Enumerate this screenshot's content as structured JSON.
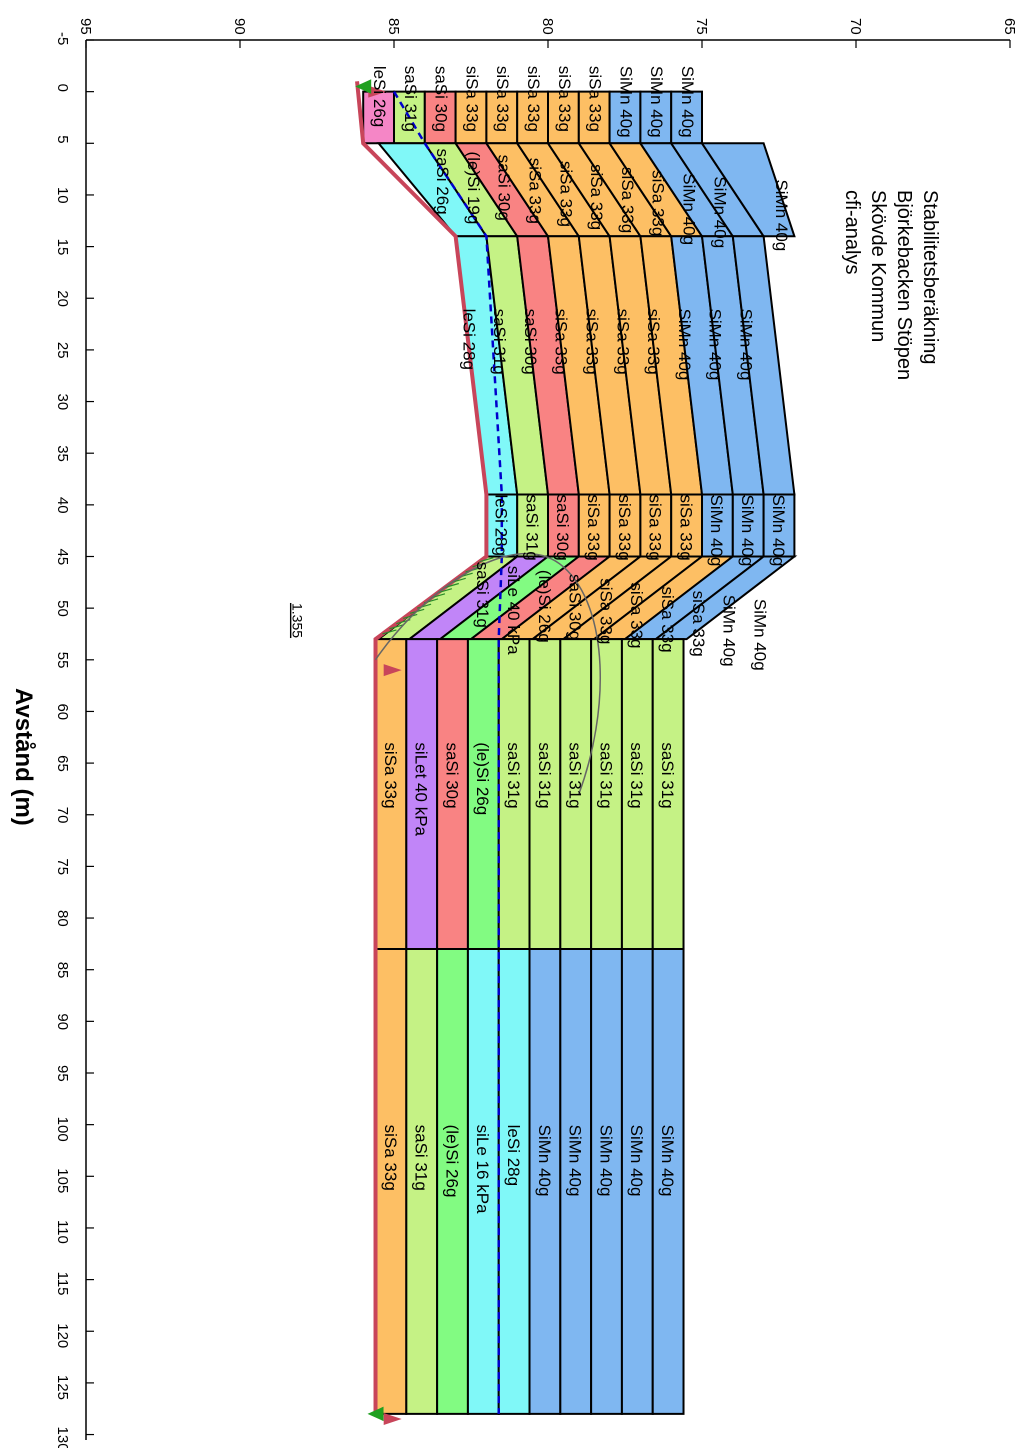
{
  "title_lines": [
    "Stabilitetsberäkning",
    "Björkebacken Stöpen",
    "Skövde Kommun",
    "cfi-analys"
  ],
  "x_axis": {
    "label": "Avstånd (m)",
    "ticks": [
      "-5",
      "0",
      "5",
      "10",
      "15",
      "20",
      "25",
      "30",
      "35",
      "40",
      "45",
      "50",
      "55",
      "60",
      "65",
      "70",
      "75",
      "80",
      "85",
      "90",
      "95",
      "100",
      "105",
      "110",
      "115",
      "120",
      "125",
      "130"
    ]
  },
  "y_axis": {
    "ticks": [
      "65",
      "70",
      "75",
      "80",
      "85",
      "90",
      "95"
    ]
  },
  "factor_of_safety": "1.355",
  "colors": {
    "orange": "#fdbf64",
    "blue": "#7fb7f1",
    "lime": "#c5f285",
    "green": "#82fb82",
    "salmon": "#f98383",
    "cyan": "#80f8f8",
    "pink": "#f586c6",
    "purple": "#c185f8",
    "ground_line": "#c8455a",
    "water_line": "#0000cc"
  },
  "labels": {
    "top_left_layers": [
      "leSi 26g",
      "saSi 31g",
      "saSi 30g",
      "siSa 33g",
      "siSa 33g",
      "siSa 33g",
      "siSa 33g",
      "siSa 33g",
      "SiMn 40g",
      "SiMn 40g",
      "SiMn 40g"
    ],
    "slope_layers": [
      "saSi 26g",
      "(le)Si 19g",
      "saSi 30g",
      "siSa 33g",
      "siSa 33g",
      "siSa 33g",
      "siSa 33g",
      "siSa 33g",
      "SiMn 40g",
      "SiMn 40g",
      "SiMn 40g"
    ],
    "bench_layers": [
      "leSi 28g",
      "saSi 31g",
      "saSi 30g",
      "siSa 33g",
      "siSa 33g",
      "siSa 33g",
      "siSa 33g",
      "SiMn 40g",
      "SiMn 40g",
      "SiMn 40g"
    ],
    "bench_end_layers": [
      "leSi 28g",
      "saSi 31g",
      "saSi 30g",
      "siSa 33g",
      "siSa 33g",
      "siSa 33g",
      "siSa 33g",
      "SiMn 40g",
      "SiMn 40g",
      "SiMn 40g"
    ],
    "lower_slope_layers": [
      "saSi 31g",
      "siLe 40 kPa",
      "(le)Si 26g",
      "saSi 30g",
      "siSa 33g",
      "siSa 33g",
      "siSa 33g",
      "siSa 33g",
      "SiMn 40g",
      "SiMn 40g"
    ],
    "mid_right_layers": [
      "siSa 33g",
      "siLet 40 kPa",
      "saSi 30g",
      "(le)Si 26g",
      "saSi 31g",
      "saSi 31g",
      "saSi 31g",
      "saSi 31g",
      "saSi 31g",
      "saSi 31g"
    ],
    "far_right_layers": [
      "siSa 33g",
      "saSi 31g",
      "(le)Si 26g",
      "siLe 16 kPa",
      "leSi 28g",
      "SiMn 40g",
      "SiMn 40g",
      "SiMn 40g",
      "SiMn 40g",
      "SiMn 40g"
    ]
  }
}
